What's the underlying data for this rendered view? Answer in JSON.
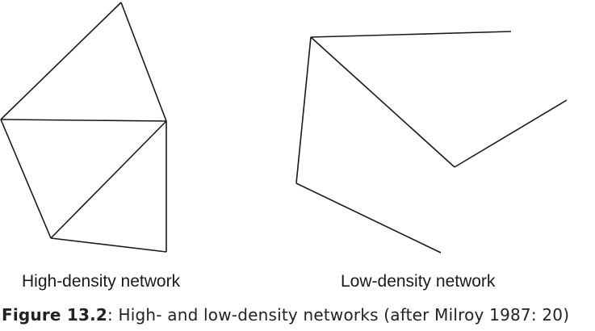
{
  "diagram": {
    "stroke_color": "#1a1a1a",
    "high_density": {
      "label": "High-density network"
    },
    "low_density": {
      "label": "Low-density network"
    }
  },
  "caption": {
    "figure_number": "Figure 13.2",
    "text": ": High- and low-density networks (after Milroy 1987: 20)"
  }
}
